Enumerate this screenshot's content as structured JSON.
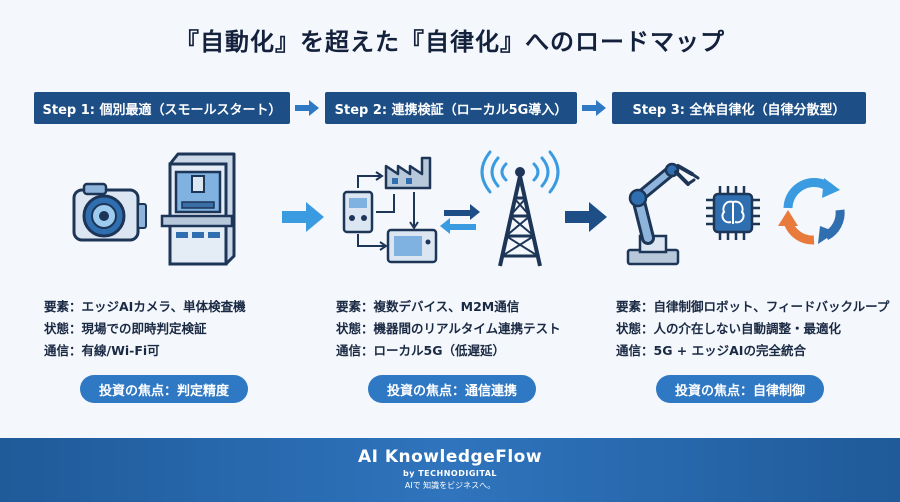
{
  "title": "『自動化』を超えた『自律化』へのロードマップ",
  "steps": [
    {
      "heading": "Step 1: 個別最適（スモールスタート）",
      "elements": "要素：エッジAIカメラ、単体検査機",
      "state": "状態：現場での即時判定検証",
      "comm": "通信：有線/Wi-Fi可",
      "focus": "投資の焦点：判定精度"
    },
    {
      "heading": "Step 2: 連携検証（ローカル5G導入）",
      "elements": "要素：複数デバイス、M2M通信",
      "state": "状態：機器間のリアルタイム連携テスト",
      "comm": "通信：ローカル5G（低遅延）",
      "focus": "投資の焦点：通信連携"
    },
    {
      "heading": "Step 3: 全体自律化（自律分散型）",
      "elements": "要素：自律制御ロボット、フィードバックループ",
      "state": "状態：人の介在しない自動調整・最適化",
      "comm": "通信：5G + エッジAIの完全統合",
      "focus": "投資の焦点：自律制御"
    }
  ],
  "footer": {
    "brand": "AI KnowledgeFlow",
    "by": "by TECHNODIGITAL",
    "tagline": "AIで 知識をビジネスへ。"
  },
  "colors": {
    "navy": "#1d4f86",
    "accent_blue": "#2f78c4",
    "arrow_light": "#3b9be0",
    "arrow_dark": "#1d4f86",
    "orange": "#e87a3c"
  },
  "icons": [
    "camera-icon",
    "inspection-machine-icon",
    "factory-icon",
    "controller-icon",
    "monitor-icon",
    "antenna-tower-icon",
    "robot-arm-icon",
    "ai-chip-icon",
    "feedback-loop-icon"
  ]
}
